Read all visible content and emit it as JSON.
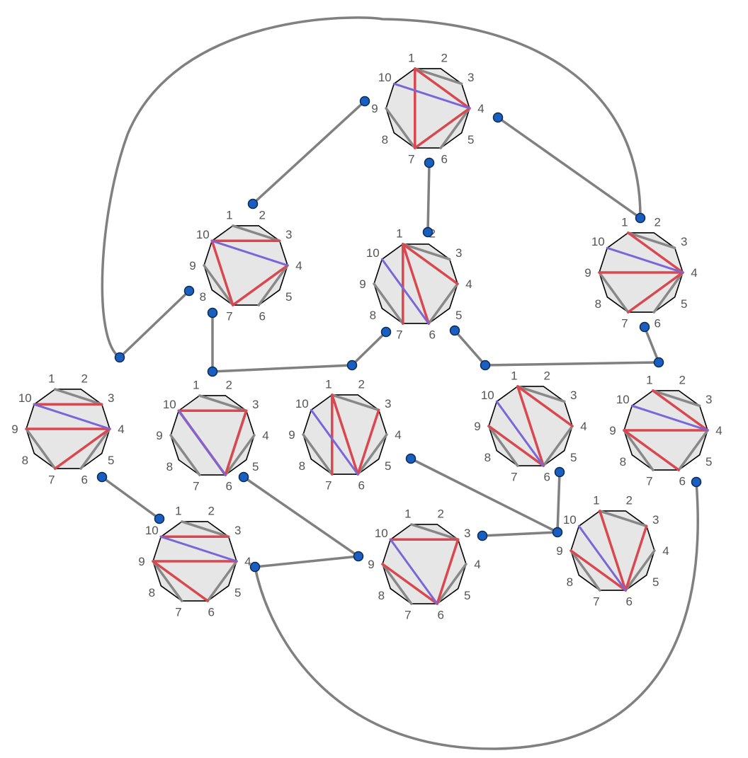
{
  "colors": {
    "polygon_fill": "#e6e6e6",
    "polygon_stroke": "#000000",
    "outer_chord": "#888888",
    "diagonal_red": "#d9474f",
    "diagonal_blue": "#7a66d9",
    "edge": "#808080",
    "node_fill": "#1a5fbf",
    "node_stroke": "#0a2a55",
    "label": "#555555"
  },
  "vertex_labels": [
    "1",
    "2",
    "3",
    "4",
    "5",
    "6",
    "7",
    "8",
    "9",
    "10"
  ],
  "polygons": [
    {
      "id": "P1",
      "outer": [
        [
          1,
          3
        ],
        [
          4,
          6
        ],
        [
          7,
          9
        ]
      ],
      "red": [
        [
          1,
          4
        ],
        [
          1,
          7
        ],
        [
          4,
          7
        ]
      ],
      "blue": [
        [
          4,
          10
        ]
      ]
    },
    {
      "id": "P2",
      "outer": [
        [
          1,
          3
        ],
        [
          4,
          6
        ],
        [
          7,
          9
        ]
      ],
      "red": [
        [
          3,
          10
        ],
        [
          4,
          7
        ],
        [
          7,
          10
        ]
      ],
      "blue": [
        [
          4,
          10
        ]
      ]
    },
    {
      "id": "P3",
      "outer": [
        [
          1,
          3
        ],
        [
          4,
          6
        ],
        [
          7,
          9
        ]
      ],
      "red": [
        [
          1,
          4
        ],
        [
          1,
          6
        ],
        [
          1,
          7
        ]
      ],
      "blue": [
        [
          6,
          10
        ]
      ]
    },
    {
      "id": "P4",
      "outer": [
        [
          1,
          3
        ],
        [
          4,
          6
        ],
        [
          7,
          9
        ]
      ],
      "red": [
        [
          1,
          4
        ],
        [
          4,
          7
        ],
        [
          4,
          9
        ]
      ],
      "blue": [
        [
          4,
          10
        ]
      ]
    },
    {
      "id": "P5",
      "outer": [
        [
          1,
          3
        ],
        [
          4,
          6
        ],
        [
          7,
          9
        ]
      ],
      "red": [
        [
          3,
          10
        ],
        [
          4,
          7
        ],
        [
          4,
          9
        ]
      ],
      "blue": [
        [
          4,
          10
        ]
      ]
    },
    {
      "id": "P6",
      "outer": [
        [
          1,
          3
        ],
        [
          4,
          6
        ],
        [
          7,
          9
        ],
        [
          3,
          6
        ],
        [
          6,
          10
        ]
      ],
      "red": [
        [
          3,
          10
        ],
        [
          3,
          6
        ],
        [
          6,
          10
        ]
      ],
      "blue": [
        [
          6,
          10
        ]
      ]
    },
    {
      "id": "P7",
      "outer": [
        [
          1,
          3
        ],
        [
          4,
          6
        ],
        [
          7,
          9
        ]
      ],
      "red": [
        [
          1,
          7
        ],
        [
          1,
          6
        ],
        [
          3,
          6
        ]
      ],
      "blue": [
        [
          6,
          10
        ]
      ]
    },
    {
      "id": "P8",
      "outer": [
        [
          1,
          3
        ],
        [
          4,
          6
        ],
        [
          7,
          9
        ]
      ],
      "red": [
        [
          1,
          4
        ],
        [
          1,
          6
        ],
        [
          6,
          9
        ]
      ],
      "blue": [
        [
          6,
          10
        ]
      ]
    },
    {
      "id": "P9",
      "outer": [
        [
          1,
          3
        ],
        [
          4,
          6
        ],
        [
          7,
          9
        ]
      ],
      "red": [
        [
          1,
          4
        ],
        [
          4,
          9
        ],
        [
          6,
          9
        ]
      ],
      "blue": [
        [
          4,
          10
        ]
      ]
    },
    {
      "id": "P10",
      "outer": [
        [
          1,
          3
        ],
        [
          4,
          6
        ],
        [
          7,
          9
        ]
      ],
      "red": [
        [
          3,
          10
        ],
        [
          4,
          9
        ],
        [
          6,
          9
        ]
      ],
      "blue": [
        [
          4,
          10
        ]
      ]
    },
    {
      "id": "P11",
      "outer": [
        [
          1,
          3
        ],
        [
          4,
          6
        ],
        [
          7,
          9
        ]
      ],
      "red": [
        [
          3,
          10
        ],
        [
          3,
          6
        ],
        [
          6,
          9
        ]
      ],
      "blue": [
        [
          6,
          10
        ]
      ]
    },
    {
      "id": "P12",
      "outer": [
        [
          1,
          3
        ],
        [
          4,
          6
        ],
        [
          7,
          9
        ]
      ],
      "red": [
        [
          1,
          6
        ],
        [
          3,
          6
        ],
        [
          6,
          9
        ]
      ],
      "blue": [
        [
          6,
          10
        ]
      ]
    }
  ]
}
